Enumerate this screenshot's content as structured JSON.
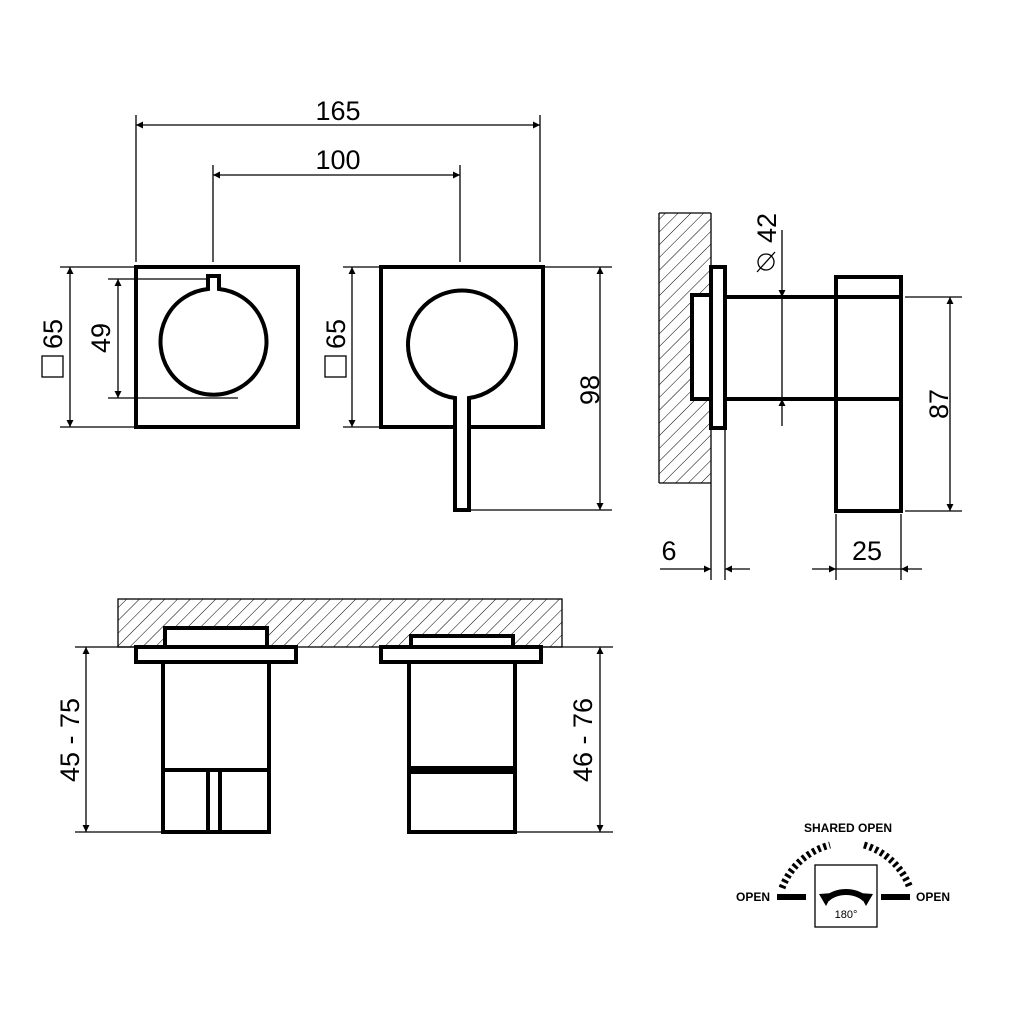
{
  "dimensions": {
    "overall_width": "165",
    "center_distance": "100",
    "plate_size_left": "65",
    "dial_height": "49",
    "plate_size_right": "65",
    "total_height": "98",
    "knob_diameter": "42",
    "body_height": "87",
    "plate_thickness": "6",
    "handle_depth": "25",
    "depth_left": "45 - 75",
    "depth_right": "46 - 76"
  },
  "legend": {
    "shared_open": "SHARED OPEN",
    "open_left": "OPEN",
    "open_right": "OPEN",
    "rotation": "180°"
  }
}
